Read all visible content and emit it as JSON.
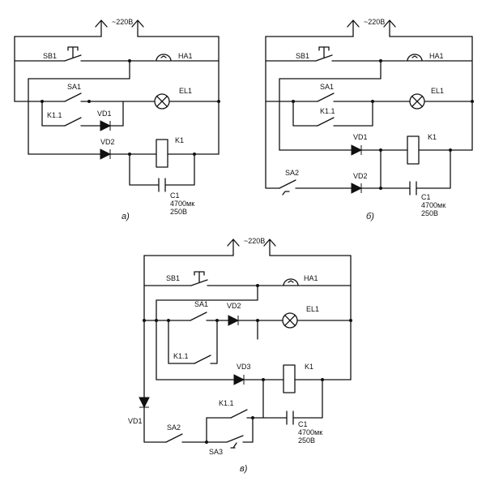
{
  "diagrams": [
    {
      "caption": "а)",
      "labels": {
        "supply": "~220В",
        "sb": "SB1",
        "ha": "HA1",
        "sa1": "SA1",
        "el": "EL1",
        "k11": "K1.1",
        "vd1": "VD1",
        "vd2": "VD2",
        "k1": "K1",
        "c1": "C1",
        "c1_cap": "4700мк",
        "c1_volt": "250В"
      }
    },
    {
      "caption": "б)",
      "labels": {
        "supply": "~220В",
        "sb": "SB1",
        "ha": "HA1",
        "sa1": "SA1",
        "el": "EL1",
        "k11": "K1.1",
        "vd1": "VD1",
        "vd2": "VD2",
        "k1": "K1",
        "sa2": "SA2",
        "c1": "C1",
        "c1_cap": "4700мк",
        "c1_volt": "250В"
      }
    },
    {
      "caption": "в)",
      "labels": {
        "supply": "~220В",
        "sb": "SB1",
        "ha": "HA1",
        "sa1": "SA1",
        "vd2": "VD2",
        "el": "EL1",
        "k11a": "K1.1",
        "vd3": "VD3",
        "k1": "K1",
        "vd1": "VD1",
        "k11b": "K1.1",
        "sa2": "SA2",
        "sa3": "SA3",
        "c1": "C1",
        "c1_cap": "4700мк",
        "c1_volt": "250В"
      }
    }
  ]
}
